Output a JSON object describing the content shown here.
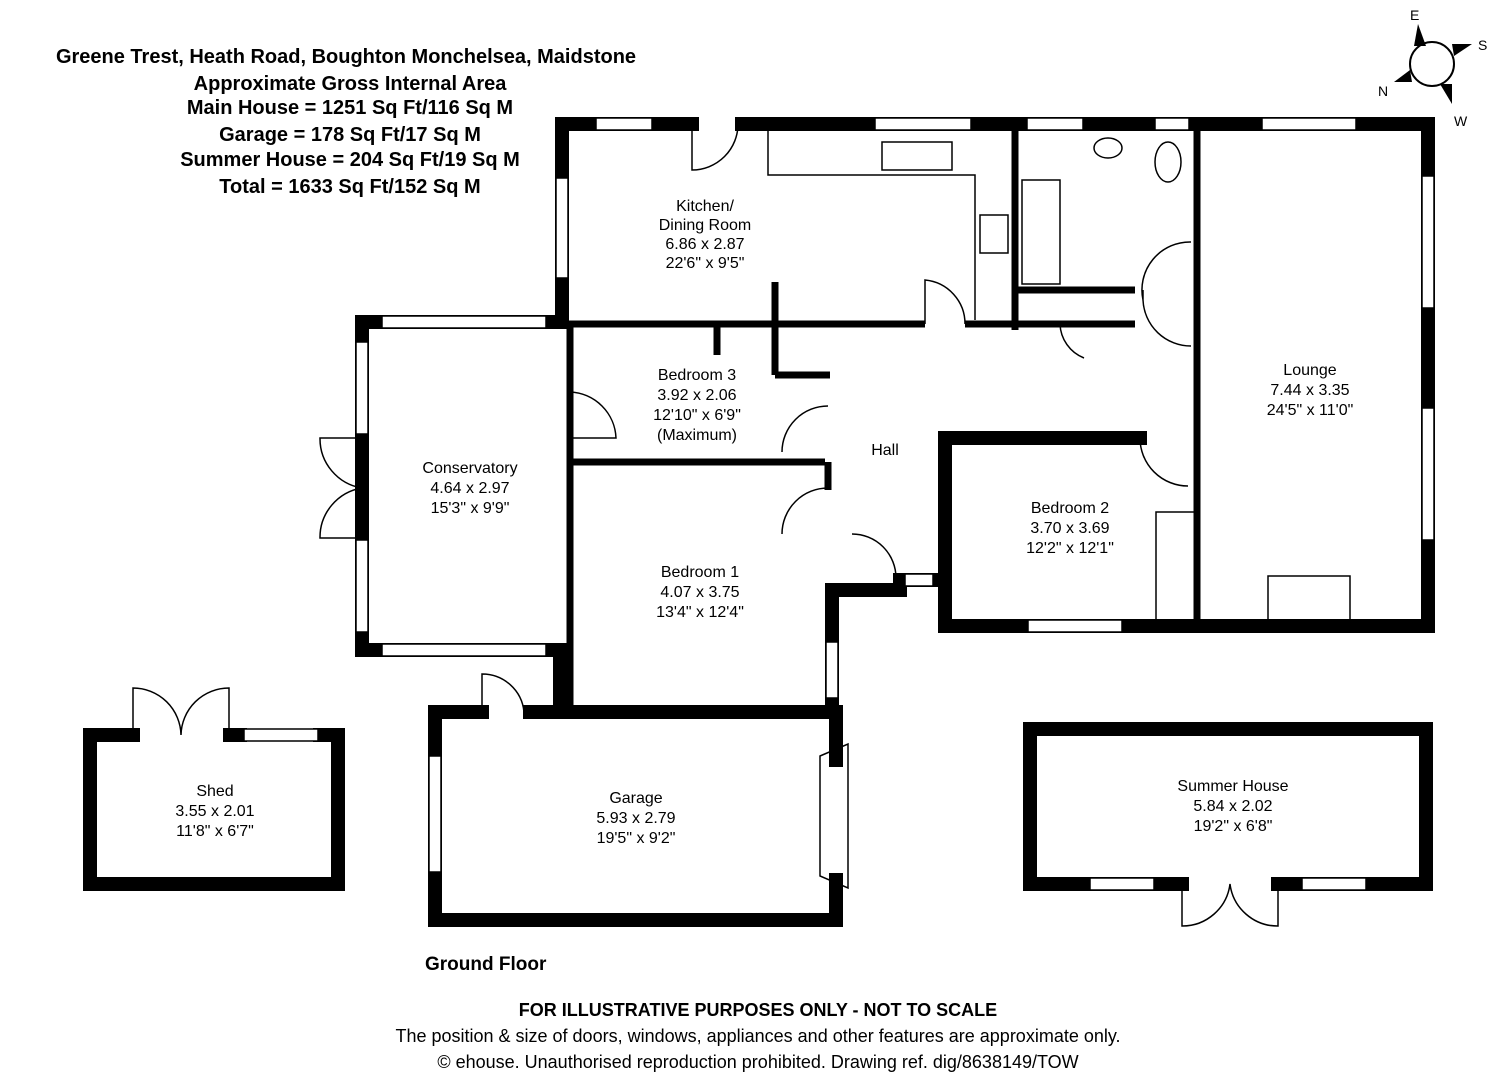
{
  "header": {
    "address": "Greene Trest, Heath Road, Boughton Monchelsea, Maidstone",
    "area_title": "Approximate Gross Internal Area",
    "main_house": "Main House = 1251 Sq Ft/116 Sq M",
    "garage": "Garage = 178 Sq Ft/17 Sq M",
    "summer_house": "Summer House = 204 Sq Ft/19 Sq M",
    "total": "Total = 1633 Sq Ft/152 Sq M"
  },
  "compass": {
    "n": "N",
    "e": "E",
    "s": "S",
    "w": "W"
  },
  "rooms": {
    "kitchen": {
      "name1": "Kitchen/",
      "name2": "Dining Room",
      "metric": "6.86 x 2.87",
      "imperial": "22'6\" x 9'5\""
    },
    "bedroom3": {
      "name": "Bedroom 3",
      "metric": "3.92 x 2.06",
      "imperial": "12'10\" x 6'9\"",
      "note": "(Maximum)"
    },
    "conservatory": {
      "name": "Conservatory",
      "metric": "4.64 x 2.97",
      "imperial": "15'3\" x 9'9\""
    },
    "hall": {
      "name": "Hall"
    },
    "bedroom1": {
      "name": "Bedroom 1",
      "metric": "4.07 x 3.75",
      "imperial": "13'4\" x 12'4\""
    },
    "bedroom2": {
      "name": "Bedroom 2",
      "metric": "3.70 x 3.69",
      "imperial": "12'2\" x 12'1\""
    },
    "lounge": {
      "name": "Lounge",
      "metric": "7.44 x 3.35",
      "imperial": "24'5\" x 11'0\""
    },
    "garage": {
      "name": "Garage",
      "metric": "5.93 x 2.79",
      "imperial": "19'5\" x 9'2\""
    },
    "shed": {
      "name": "Shed",
      "metric": "3.55 x 2.01",
      "imperial": "11'8\" x 6'7\""
    },
    "summer_house": {
      "name": "Summer House",
      "metric": "5.84 x 2.02",
      "imperial": "19'2\" x 6'8\""
    }
  },
  "floor_label": "Ground Floor",
  "footer": {
    "disclaimer": "FOR ILLUSTRATIVE PURPOSES ONLY - NOT TO SCALE",
    "note": "The position & size of doors, windows, appliances and other features are approximate only.",
    "copyright": "© ehouse. Unauthorised reproduction prohibited. Drawing ref. dig/8638149/TOW"
  }
}
